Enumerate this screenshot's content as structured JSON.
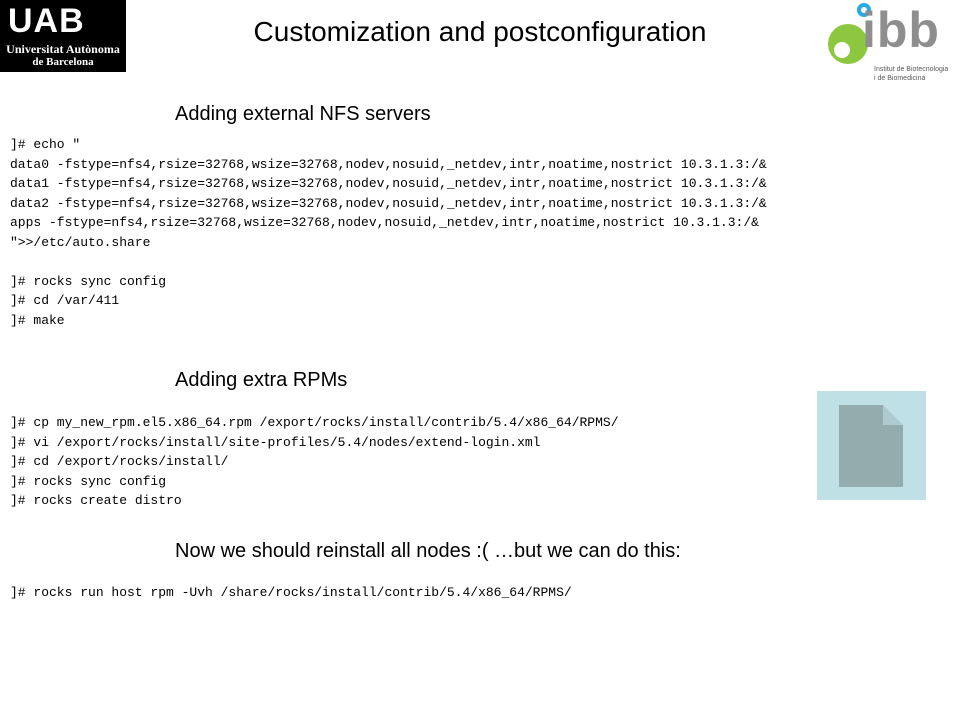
{
  "slide": {
    "title": "Customization and postconfiguration"
  },
  "logos": {
    "uab": {
      "mark": "UAB",
      "line1": "Universitat Autònoma",
      "line2": "de Barcelona",
      "background": "#000000"
    },
    "ibb": {
      "mark": "ibb",
      "line1": "Institut de Biotecnologia",
      "line2": "i de Biomedicina",
      "accent": "#8dc63f",
      "accent2": "#27a9e1"
    }
  },
  "sections": [
    {
      "heading": "Adding external NFS servers",
      "code": [
        "]# echo \"",
        "data0 -fstype=nfs4,rsize=32768,wsize=32768,nodev,nosuid,_netdev,intr,noatime,nostrict 10.3.1.3:/&",
        "data1 -fstype=nfs4,rsize=32768,wsize=32768,nodev,nosuid,_netdev,intr,noatime,nostrict 10.3.1.3:/&",
        "data2 -fstype=nfs4,rsize=32768,wsize=32768,nodev,nosuid,_netdev,intr,noatime,nostrict 10.3.1.3:/&",
        "apps -fstype=nfs4,rsize=32768,wsize=32768,nodev,nosuid,_netdev,intr,noatime,nostrict 10.3.1.3:/&",
        "\">>/etc/auto.share",
        "",
        "]# rocks sync config",
        "]# cd /var/411",
        "]# make"
      ]
    },
    {
      "heading": "Adding extra RPMs",
      "code": [
        "]# cp my_new_rpm.el5.x86_64.rpm /export/rocks/install/contrib/5.4/x86_64/RPMS/",
        "]# vi /export/rocks/install/site-profiles/5.4/nodes/extend-login.xml",
        "]# cd /export/rocks/install/",
        "]# rocks sync config",
        "]# rocks create distro"
      ]
    },
    {
      "heading": "Now we should reinstall all nodes :( …but we can do this:",
      "code": [
        "]# rocks run host rpm -Uvh /share/rocks/install/contrib/5.4/x86_64/RPMS/"
      ]
    }
  ],
  "file_icon": {
    "name": "document-icon",
    "box_color": "#bfe0e5",
    "icon_color": "#95acae"
  }
}
